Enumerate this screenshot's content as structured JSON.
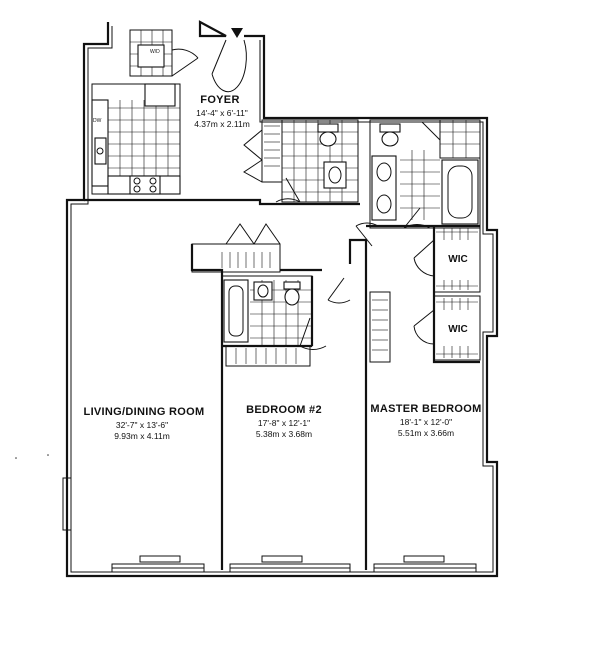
{
  "rooms": {
    "foyer": {
      "name": "FOYER",
      "dim_imperial": "14'-4\" x 6'-11\"",
      "dim_metric": "4.37m x 2.11m"
    },
    "living": {
      "name": "LIVING/DINING ROOM",
      "dim_imperial": "32'-7\" x 13'-6\"",
      "dim_metric": "9.93m x 4.11m"
    },
    "bedroom2": {
      "name": "BEDROOM #2",
      "dim_imperial": "17'-8\" x 12'-1\"",
      "dim_metric": "5.38m x 3.68m"
    },
    "master": {
      "name": "MASTER BEDROOM",
      "dim_imperial": "18'-1\" x 12'-0\"",
      "dim_metric": "5.51m x 3.66m"
    }
  },
  "closets": {
    "wic_upper": "WIC",
    "wic_lower": "WIC"
  },
  "appliances": {
    "washer_dryer": "W/D",
    "dishwasher": "DW"
  },
  "icons": {
    "entry": "entry-arrow-icon"
  }
}
